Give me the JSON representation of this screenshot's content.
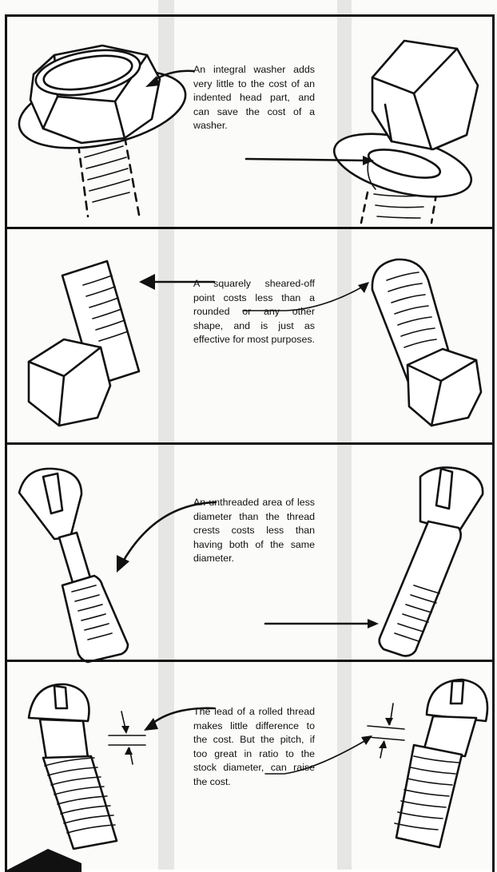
{
  "panels": [
    {
      "caption": "An integral washer adds very little to the cost of an indented head part, and can save the cost of a washer."
    },
    {
      "caption": "A squarely sheared-off point costs less than a rounded or any other shape, and is just as effective for most purposes."
    },
    {
      "caption": "An unthreaded area of less diameter than the thread crests costs less than having both of the same diameter."
    },
    {
      "caption": "The lead of a rolled thread makes little difference to the cost. But the pitch, if too great in ratio to the stock diameter, can raise the cost."
    }
  ],
  "illustrations": {
    "panel_1": [
      "hex-head-bolt-with-integral-washer-icon",
      "hex-head-bolt-with-separate-washer-icon"
    ],
    "panel_2": [
      "bolt-square-sheared-point-icon",
      "bolt-rounded-point-icon"
    ],
    "panel_3": [
      "flat-head-screw-reduced-shank-icon",
      "flat-head-screw-full-shank-icon"
    ],
    "panel_4": [
      "round-head-screw-fine-pitch-icon",
      "round-head-screw-coarse-pitch-icon"
    ]
  }
}
